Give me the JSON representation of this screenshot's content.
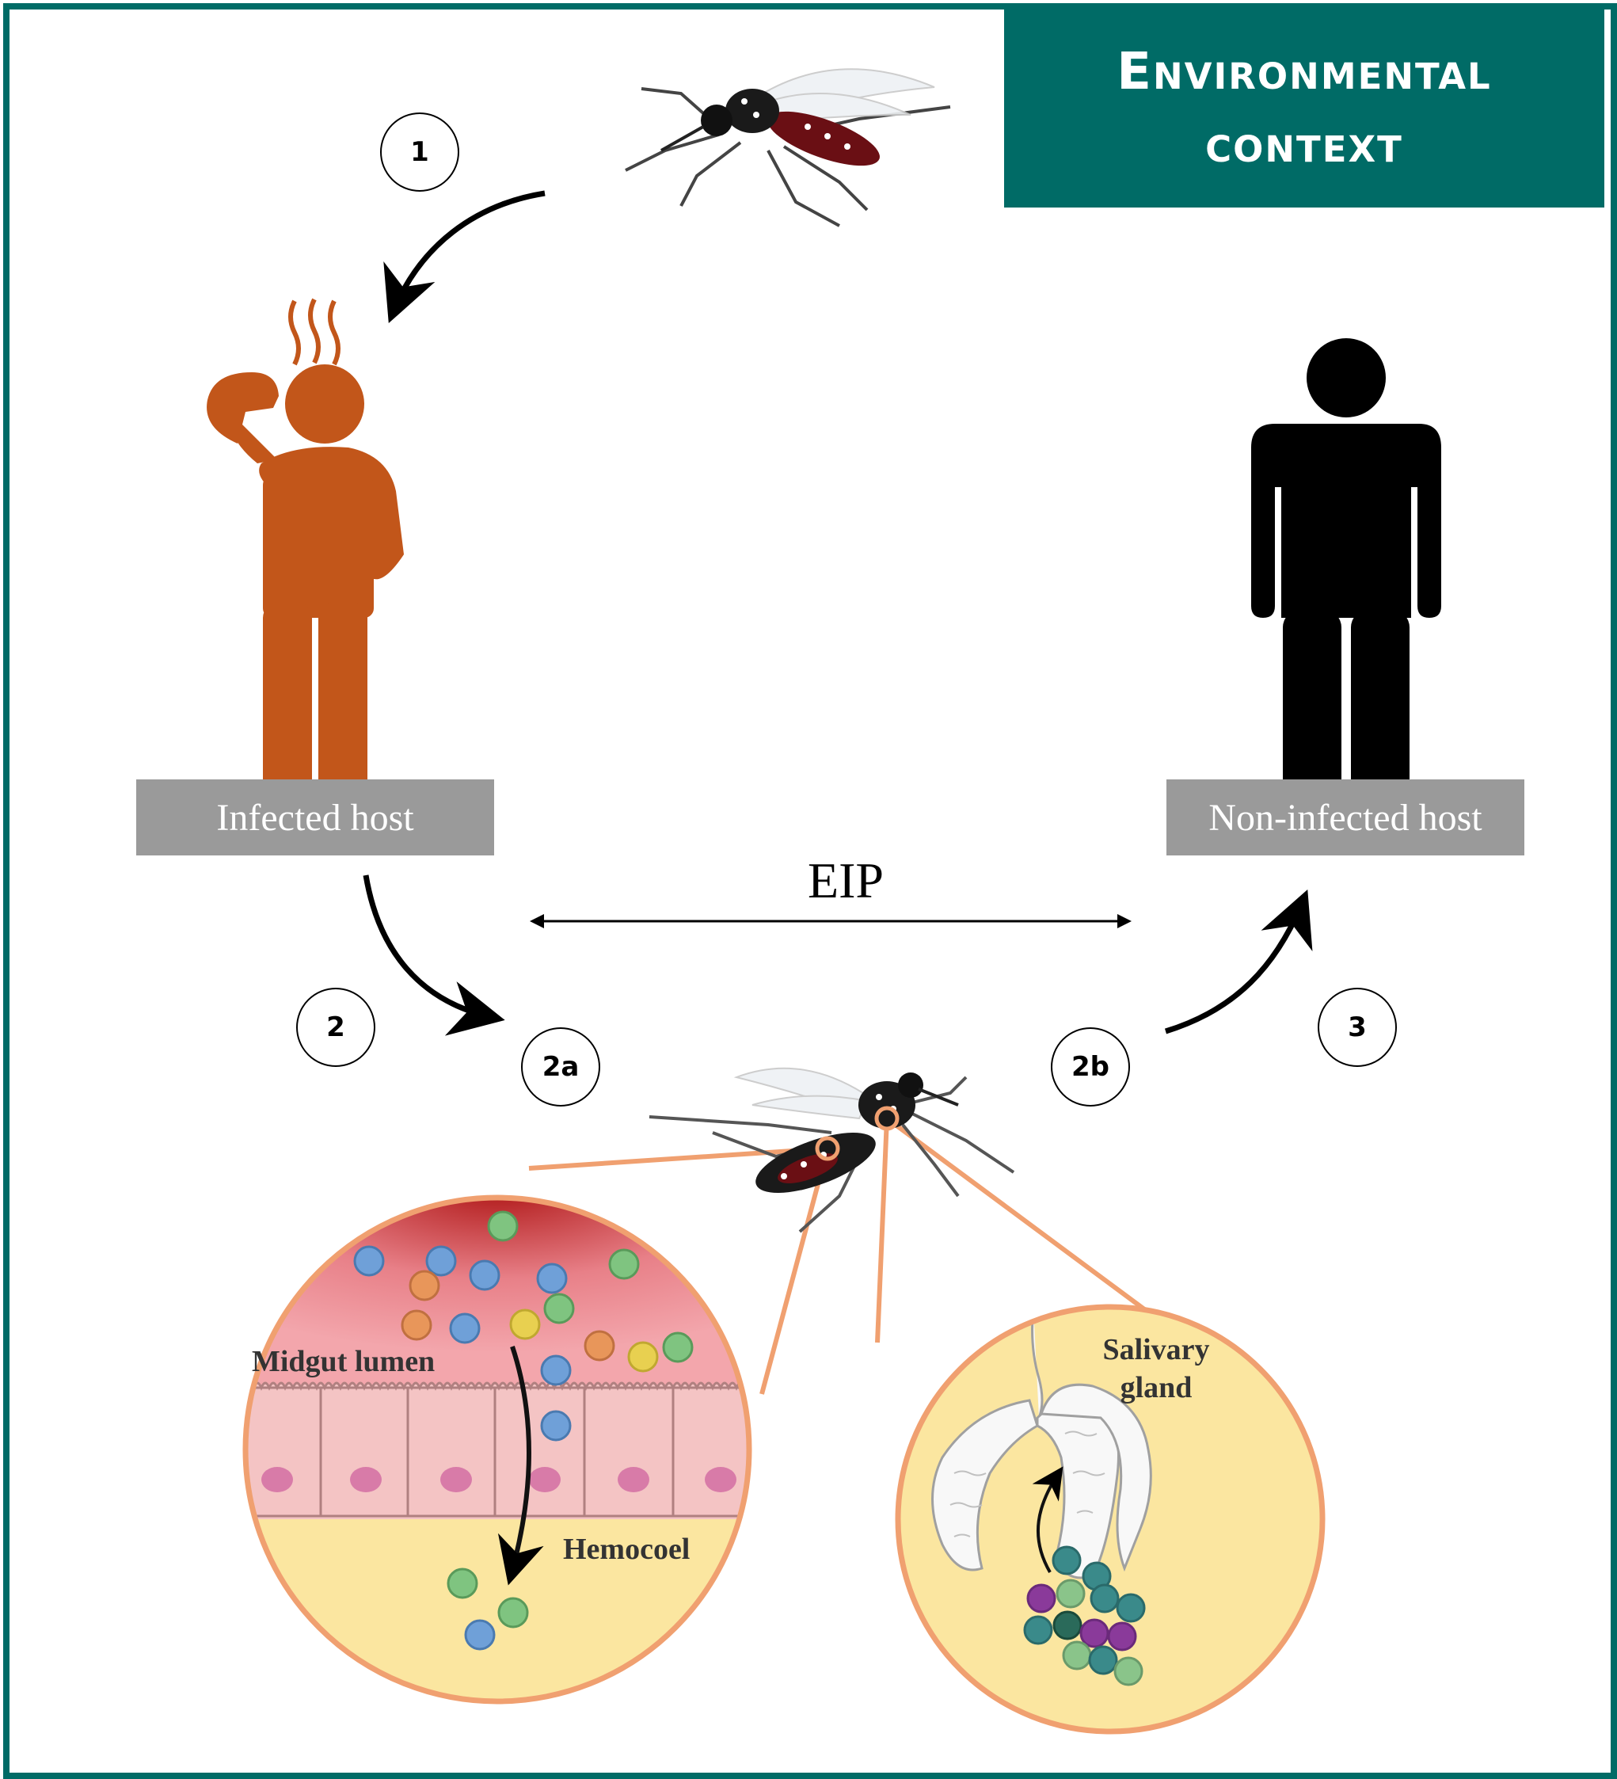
{
  "title": {
    "line1": "Environmental",
    "line2": "context"
  },
  "hosts": {
    "infected": "Infected  host",
    "non_infected": "Non-infected  host"
  },
  "steps": {
    "s1": "1",
    "s2": "2",
    "s2a": "2a",
    "s2b": "2b",
    "s3": "3"
  },
  "eip_label": "EIP",
  "midgut": {
    "lumen": "Midgut lumen",
    "hemocoel": "Hemocoel"
  },
  "salivary": {
    "line1": "Salivary",
    "line2": "gland"
  },
  "colors": {
    "frame": "#006b66",
    "infected_host": "#c2561a",
    "non_infected_host": "#000000",
    "label_box": "#9a9a9a",
    "zoom_lines": "#f0a070",
    "hemocoel": "#fbe6a0"
  }
}
